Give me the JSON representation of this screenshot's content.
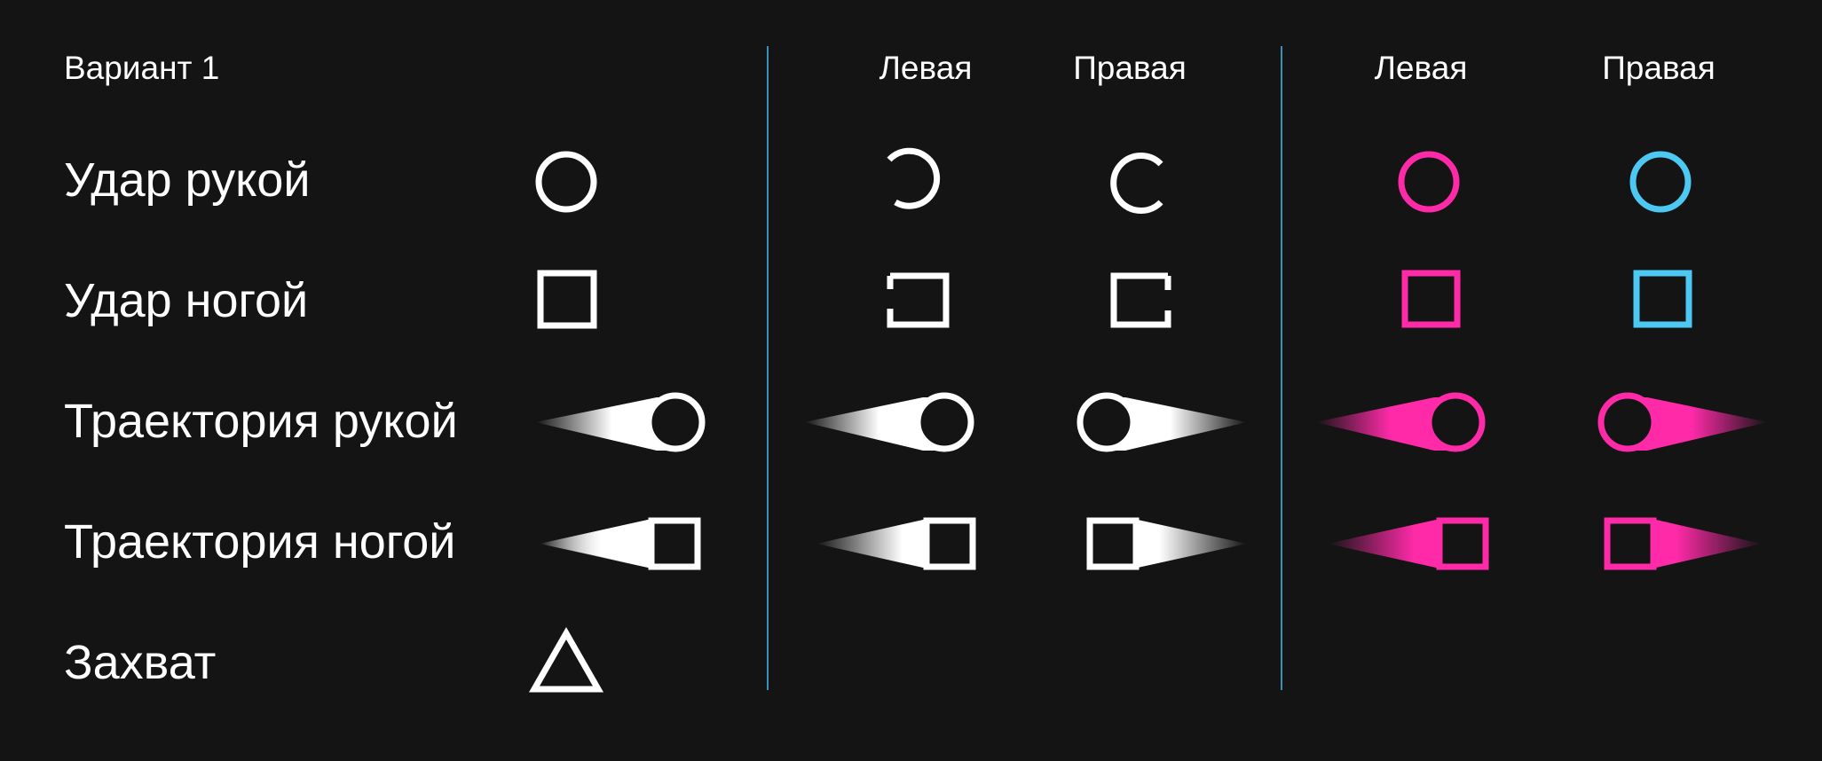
{
  "title": "Вариант 1",
  "rows": [
    {
      "label": "Удар рукой"
    },
    {
      "label": "Удар ногой"
    },
    {
      "label": "Траектория рукой"
    },
    {
      "label": "Траектория ногой"
    },
    {
      "label": "Захват"
    }
  ],
  "group2": {
    "left_label": "Левая",
    "right_label": "Правая"
  },
  "group3": {
    "left_label": "Левая",
    "right_label": "Правая"
  },
  "colors": {
    "background": "#141414",
    "icon": "#ffffff",
    "left_accent": "#ff2aa8",
    "right_accent": "#4cc8f3",
    "divider": "#3d8fb5"
  },
  "icons": {
    "punch": "circle-icon",
    "kick": "square-icon",
    "punch_trajectory": "circle-trail-icon",
    "kick_trajectory": "square-trail-icon",
    "grab": "triangle-icon"
  }
}
